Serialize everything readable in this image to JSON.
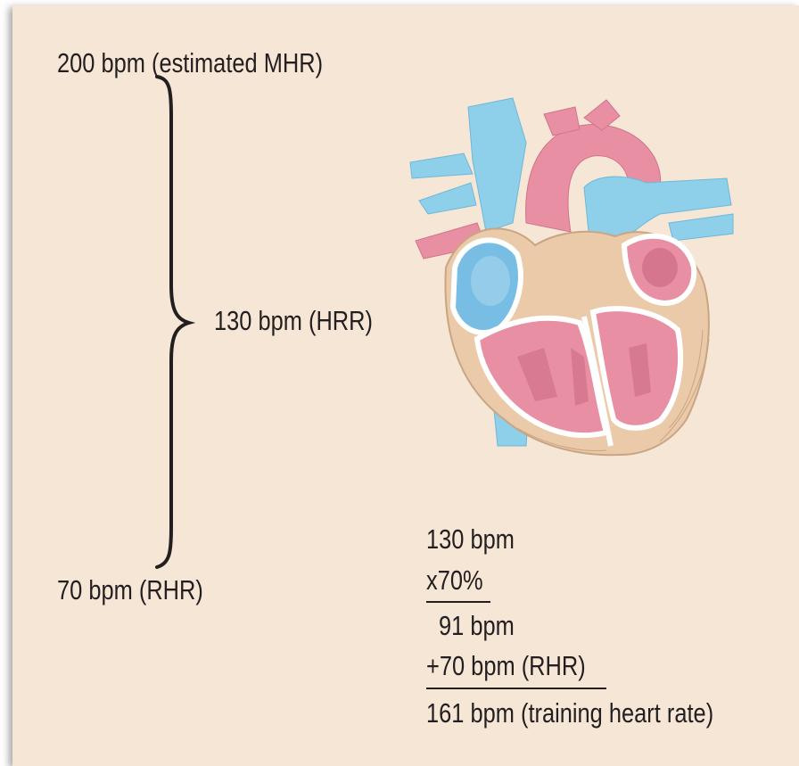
{
  "bracket": {
    "top_label": "200 bpm (estimated MHR)",
    "middle_label": "130 bpm (HRR)",
    "bottom_label": "70 bpm (RHR)"
  },
  "calculation": {
    "line1": "130 bpm",
    "line2": "x70%",
    "line3": "91 bpm",
    "line4": "+70 bpm (RHR)",
    "line5": "161 bpm (training heart rate)"
  },
  "colors": {
    "background": "#f6e6d6",
    "text": "#231f20",
    "vein_blue": "#8ecfea",
    "artery_pink": "#e98fa4",
    "muscle_tan": "#eacaa8"
  }
}
